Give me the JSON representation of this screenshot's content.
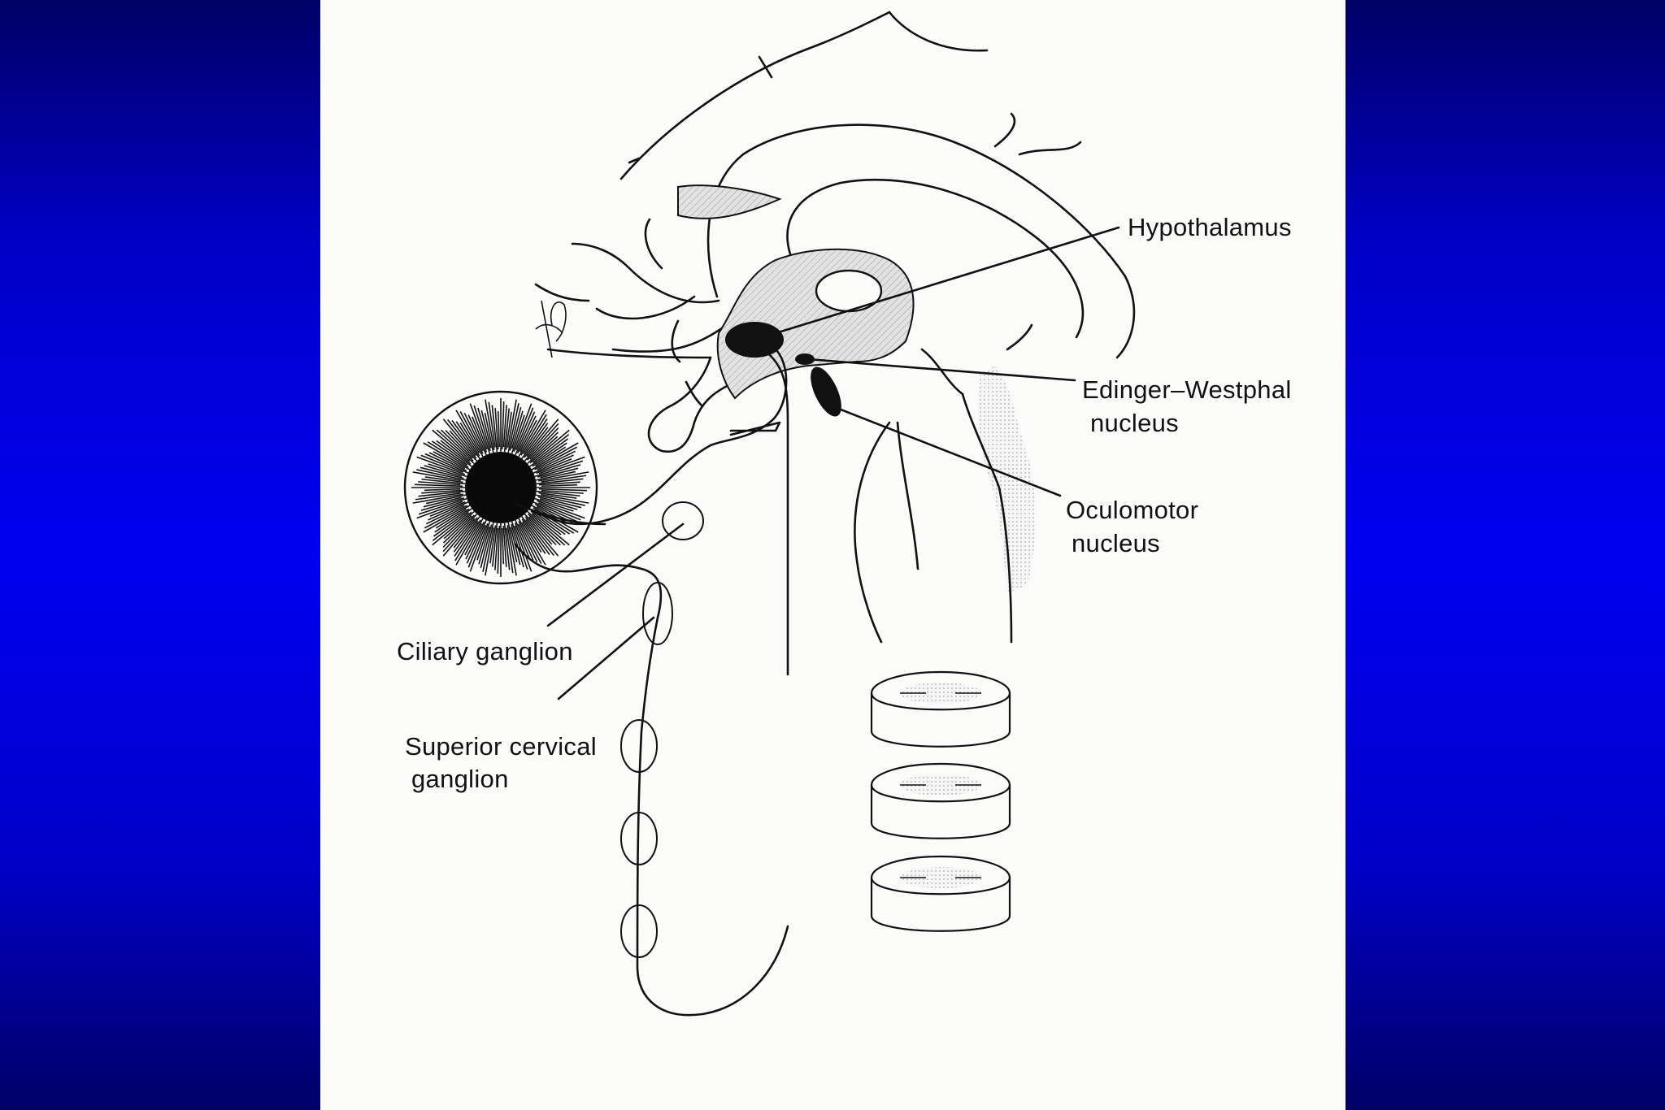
{
  "labels": {
    "hypothalamus": "Hypothalamus",
    "edinger_westphal_1": "Edinger–Westphal",
    "edinger_westphal_2": "nucleus",
    "oculomotor_1": "Oculomotor",
    "oculomotor_2": "nucleus",
    "ciliary": "Ciliary ganglion",
    "superior_cervical_1": "Superior cervical",
    "superior_cervical_2": "ganglion"
  },
  "colors": {
    "background_blue": "#0000f0",
    "panel": "#fbfbf9",
    "ink": "#111111",
    "shading": "#d8d8d8"
  },
  "icons": [
    "iris-icon",
    "ciliary-ganglion-icon",
    "superior-cervical-ganglion-icon",
    "paravertebral-ganglion-icon",
    "spinal-cord-segment-icon"
  ]
}
